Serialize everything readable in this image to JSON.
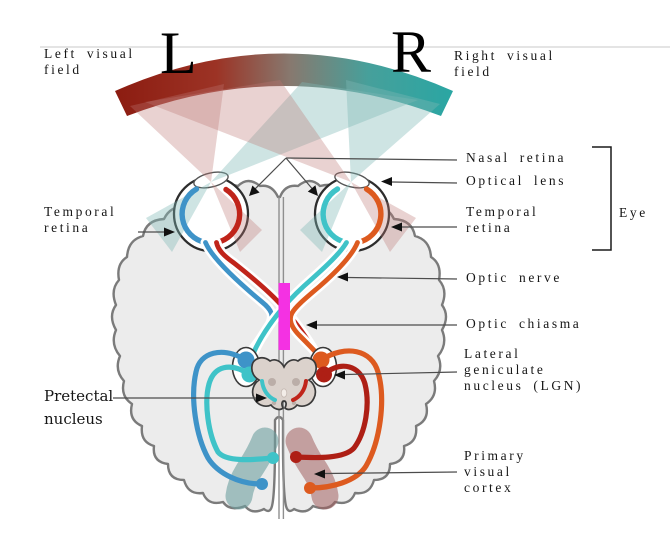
{
  "fields": {
    "left_label": "Left visual\nfield",
    "left_letter": "L",
    "right_letter": "R",
    "right_label": "Right visual\nfield"
  },
  "labels": {
    "nasal_retina": "Nasal retina",
    "optical_lens": "Optical lens",
    "temporal_retina_right": "Temporal\nretina",
    "eye": "Eye",
    "optic_nerve": "Optic nerve",
    "optic_chiasma": "Optic chiasma",
    "lgn": "Lateral\ngeniculate\nnucleus (LGN)",
    "temporal_retina_left": "Temporal\nretina",
    "pretectal_nucleus": "Pretectal\nnucleus",
    "primary_visual_cortex": "Primary\nvisual\ncortex"
  },
  "colors": {
    "blue": "#3e93c8",
    "cyan": "#3fc3c8",
    "red": "#c0241a",
    "dark_red": "#ae1f15",
    "orange": "#dd5a1f",
    "magenta": "#f431e3",
    "arc_red": "#8c1c11",
    "arc_mid": "#87796f",
    "arc_teal": "#2aa6a3",
    "cone_pink": "rgba(187,118,116,0.33)",
    "cone_teal": "rgba(125,185,182,0.38)",
    "brain_fill": "#ececec",
    "brain_stroke": "#7b7b7b",
    "eye_stroke": "#2d2d2d",
    "stem_fill": "#dbd2cc",
    "stem_stroke": "#3a3a3a",
    "stem_spot": "#bbaea8",
    "cortex_left_blob": "rgba(110,160,160,0.6)",
    "cortex_right_blob": "rgba(163,97,97,0.55)",
    "line_gray": "#4c4c4c",
    "rule_gray": "#c9c9c9",
    "midline_gray": "#8f8f8f"
  }
}
